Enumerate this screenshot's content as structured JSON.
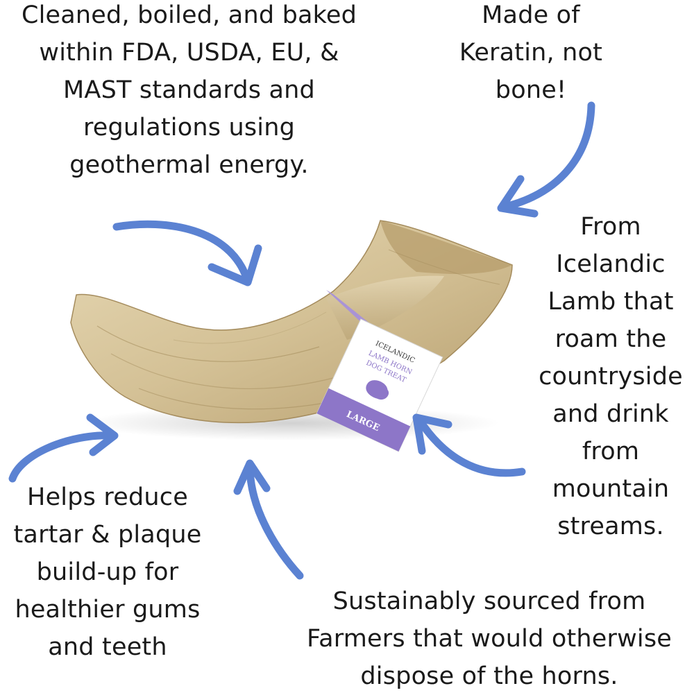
{
  "callouts": {
    "clean": [
      "Cleaned, boiled, and baked",
      "within FDA, USDA, EU, &",
      "MAST standards and",
      "regulations using",
      "geothermal energy."
    ],
    "keratin": [
      "Made of",
      "Keratin, not",
      "bone!"
    ],
    "iceland": [
      "From",
      "Icelandic",
      "Lamb that",
      "roam the",
      "countryside",
      "and drink",
      "from",
      "mountain",
      "streams."
    ],
    "tartar": [
      "Helps reduce",
      "tartar & plaque",
      "build-up for",
      "healthier gums",
      "and teeth"
    ],
    "sustain": [
      "Sustainably sourced from",
      "Farmers that would otherwise",
      "dispose of the horns."
    ]
  },
  "product_tag": {
    "brand": "ICELANDIC",
    "line1": "LAMB HORN",
    "line2": "DOG TREAT",
    "size": "LARGE"
  },
  "colors": {
    "arrow": "#5b82d2",
    "horn": "#d8c79d",
    "tag_purple": "#8d76c8"
  }
}
